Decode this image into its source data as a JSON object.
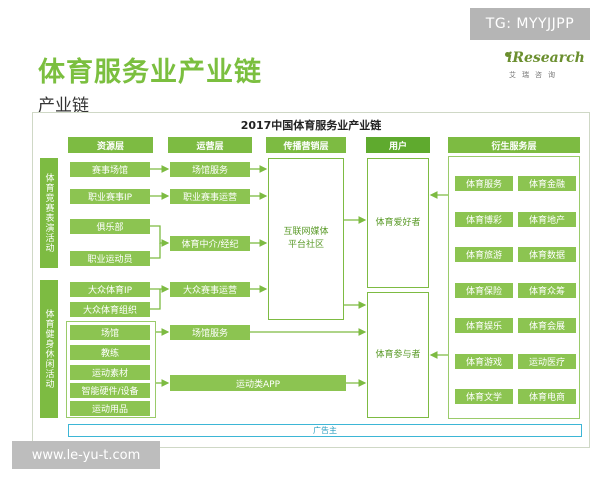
{
  "header": {
    "main_title": "体育服务业产业链",
    "sub_title": "产业链",
    "tg_badge": "TG: MYYJJPP",
    "logo_text": "iResearch",
    "logo_sub": "艾瑞咨询"
  },
  "diagram": {
    "title": "2017中国体育服务业产业链",
    "columns": {
      "resource": "资源层",
      "operation": "运营层",
      "media": "传播营销层",
      "user": "用户",
      "derivative": "衍生服务层"
    },
    "side_labels": {
      "competition": "体育竞赛表演活动",
      "fitness": "体育健身休闲活动"
    },
    "resources": {
      "r1": "赛事场馆",
      "r2": "职业赛事IP",
      "r3": "俱乐部",
      "r4": "职业运动员",
      "r5": "大众体育IP",
      "r6": "大众体育组织",
      "r7": "场馆",
      "r8": "教练",
      "r9": "运动素材",
      "r10": "智能硬件/设备",
      "r11": "运动用品"
    },
    "operations": {
      "o1": "场馆服务",
      "o2": "职业赛事运营",
      "o3": "体育中介/经纪",
      "o4": "大众赛事运营",
      "o5": "场馆服务",
      "o6": "运动类APP"
    },
    "media_box": "互联网媒体\n平台社区",
    "users": {
      "fans": "体育爱好者",
      "participants": "体育参与者"
    },
    "derivatives": [
      "体育服务",
      "体育金融",
      "体育博彩",
      "体育地产",
      "体育旅游",
      "体育数据",
      "体育保险",
      "体育众筹",
      "体育娱乐",
      "体育会展",
      "体育游戏",
      "运动医疗",
      "体育文学",
      "体育电商"
    ],
    "advertiser_bar": "广告主"
  },
  "watermark": "www.le-yu-t.com",
  "colors": {
    "brand_green": "#7dbb42",
    "title_green": "#7bbf3f",
    "ad_blue": "#3db6d6"
  }
}
